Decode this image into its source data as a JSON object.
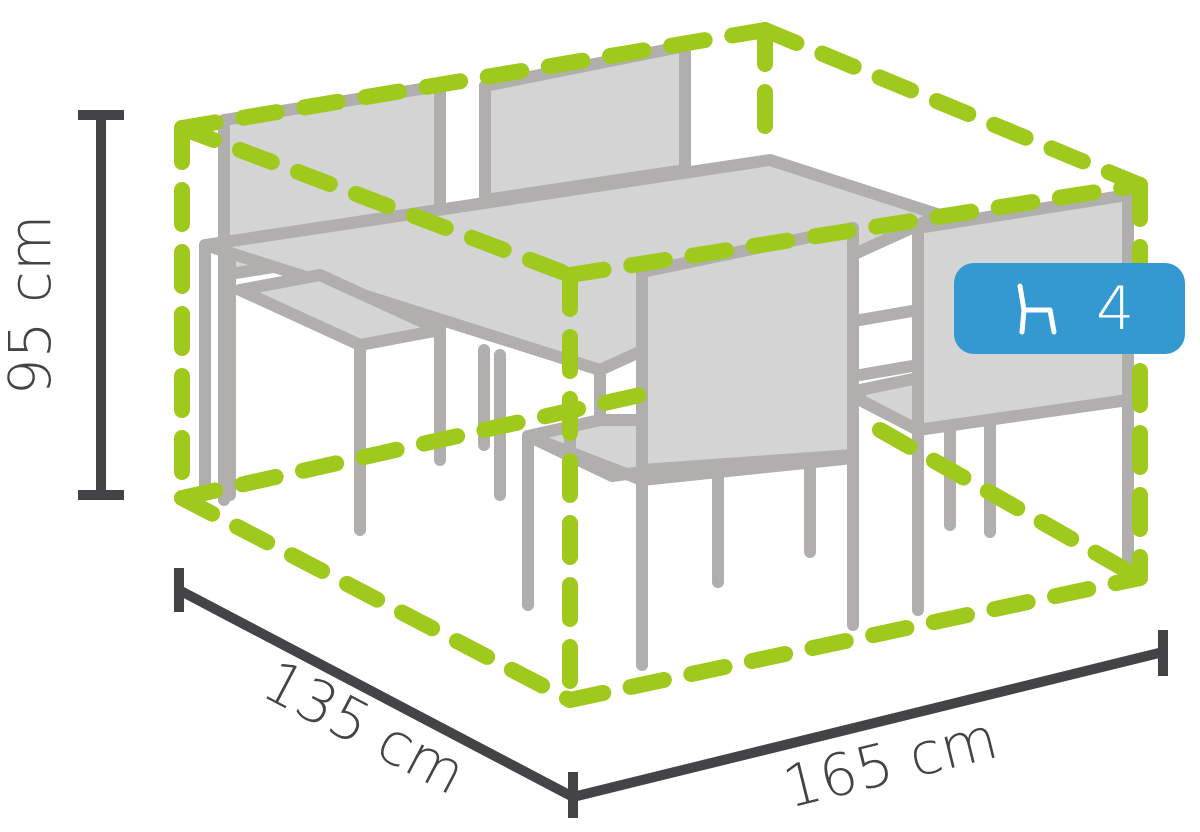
{
  "figure": {
    "subject": "Garden furniture cover dimensions - rectangular table with chairs",
    "colors": {
      "furniture_stroke": "#b1aeae",
      "furniture_fill": "#d4d4d4",
      "cover_outline": "#9fca1d",
      "dimension_line": "#444446",
      "badge_bg": "#3399d0",
      "badge_text": "#ffffff"
    }
  },
  "dimensions": {
    "height": {
      "label": "95 cm",
      "value": 95,
      "unit": "cm"
    },
    "depth": {
      "label": "135 cm",
      "value": 135,
      "unit": "cm"
    },
    "width": {
      "label": "165 cm",
      "value": 165,
      "unit": "cm"
    }
  },
  "badge": {
    "icon": "chair-icon",
    "count": "4"
  }
}
